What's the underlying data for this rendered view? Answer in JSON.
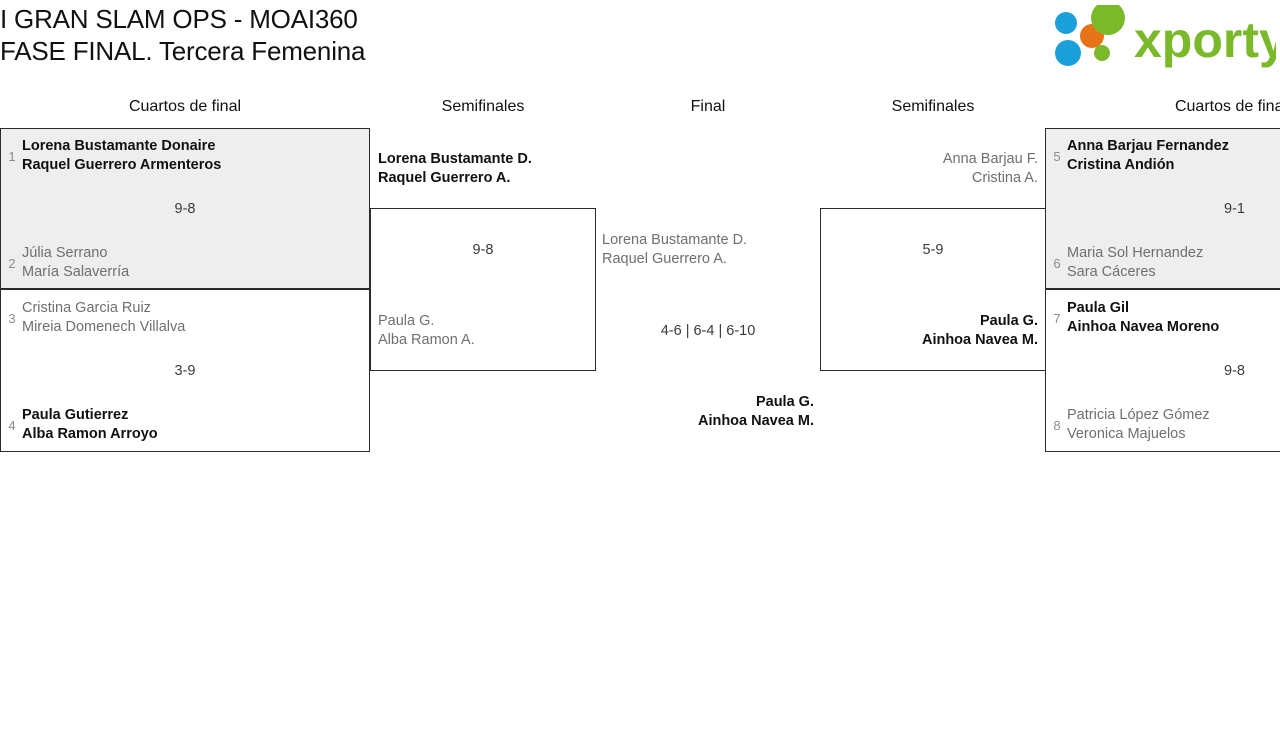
{
  "header": {
    "title_line1": "I GRAN SLAM OPS - MOAI360",
    "title_line2": "FASE FINAL. Tercera Femenina",
    "logo_text": "xporty",
    "logo_colors": {
      "green": "#7ab929",
      "blue": "#1ba0da",
      "orange": "#e8741a"
    }
  },
  "rounds": {
    "qf_left": "Cuartos de final",
    "sf_left": "Semifinales",
    "final": "Final",
    "sf_right": "Semifinales",
    "qf_right": "Cuartos de final"
  },
  "matches": {
    "qf_left_1": {
      "score": "9-8",
      "top": {
        "seed": "1",
        "player1": "Lorena Bustamante Donaire",
        "player2": "Raquel Guerrero Armenteros",
        "result": "winner"
      },
      "bottom": {
        "seed": "2",
        "player1": "Júlia Serrano",
        "player2": "María Salaverría",
        "result": "loser"
      }
    },
    "qf_left_2": {
      "score": "3-9",
      "top": {
        "seed": "3",
        "player1": "Cristina Garcia Ruiz",
        "player2": "Mireia Domenech Villalva",
        "result": "loser"
      },
      "bottom": {
        "seed": "4",
        "player1": "Paula Gutierrez",
        "player2": "Alba Ramon Arroyo",
        "result": "winner"
      }
    },
    "sf_left": {
      "score": "9-8",
      "top": {
        "player1": "Lorena Bustamante D.",
        "player2": "Raquel Guerrero A.",
        "result": "winner"
      },
      "bottom": {
        "player1": "Paula G.",
        "player2": "Alba Ramon A.",
        "result": "loser"
      }
    },
    "final": {
      "score": "4-6 | 6-4 | 6-10",
      "top": {
        "player1": "Lorena Bustamante D.",
        "player2": "Raquel Guerrero A.",
        "result": "loser"
      },
      "bottom": {
        "player1": "Paula G.",
        "player2": "Ainhoa Navea M.",
        "result": "winner"
      }
    },
    "sf_right": {
      "score": "5-9",
      "top": {
        "player1": "Anna Barjau F.",
        "player2": "Cristina A.",
        "result": "loser"
      },
      "bottom": {
        "player1": "Paula G.",
        "player2": "Ainhoa Navea M.",
        "result": "winner"
      }
    },
    "qf_right_1": {
      "score": "9-1",
      "top": {
        "seed": "5",
        "player1": "Anna Barjau Fernandez",
        "player2": "Cristina Andión",
        "result": "winner"
      },
      "bottom": {
        "seed": "6",
        "player1": "Maria Sol Hernandez",
        "player2": "Sara Cáceres",
        "result": "loser"
      }
    },
    "qf_right_2": {
      "score": "9-8",
      "top": {
        "seed": "7",
        "player1": "Paula Gil",
        "player2": "Ainhoa Navea Moreno",
        "result": "winner"
      },
      "bottom": {
        "seed": "8",
        "player1": "Patricia López Gómez",
        "player2": "Veronica Majuelos",
        "result": "loser"
      }
    }
  }
}
